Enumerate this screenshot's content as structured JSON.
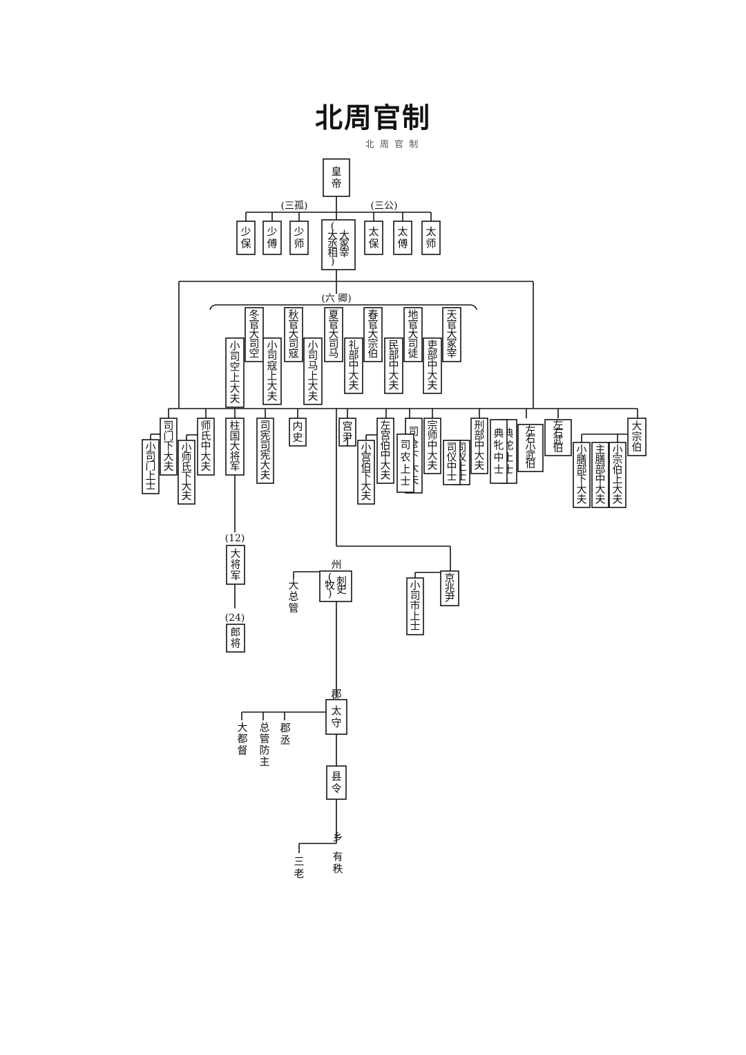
{
  "title": "北周官制",
  "subtitle": "北 周 官 制",
  "groups": {
    "san_gu": "(三孤)",
    "san_gong": "(三公)",
    "liu_qing": "(六 卿)"
  },
  "counts": {
    "general": "(12)",
    "lang": "(24)"
  },
  "nodes": {
    "emperor": [
      "皇帝"
    ],
    "shao_bao": [
      "少保"
    ],
    "shao_fu": [
      "少傅"
    ],
    "shao_shi": [
      "少师"
    ],
    "da_zhong_zai": [
      "大冢宰",
      "(大丞相)"
    ],
    "tai_bao": [
      "太保"
    ],
    "tai_fu": [
      "太傅"
    ],
    "tai_shi": [
      "太师"
    ],
    "dong_guan": [
      "冬官大司空"
    ],
    "qiu_guan": [
      "秋官大司寇"
    ],
    "xia_guan": [
      "夏官大司马"
    ],
    "chun_guan": [
      "春官大宗伯"
    ],
    "di_guan": [
      "地官大司徒"
    ],
    "tian_guan": [
      "天官大冢宰"
    ],
    "xiao_si_kong": [
      "小司空上大夫"
    ],
    "xiao_si_kou": [
      "小司寇上大夫"
    ],
    "xiao_si_ma": [
      "小司马上大夫"
    ],
    "li_bu": [
      "礼部中大夫"
    ],
    "min_bu": [
      "民部中大夫"
    ],
    "li_bu_official": [
      "吏部中大夫"
    ],
    "si_men_xia": [
      "司门下大夫"
    ],
    "xiao_si_men": [
      "小司门上士"
    ],
    "shi_shi_zhong": [
      "师氏中大夫"
    ],
    "xiao_shi_shi": [
      "小师氏下大夫"
    ],
    "zhu_guo": [
      "柱国大将军"
    ],
    "si_xian": [
      "司宪司宪大夫"
    ],
    "nei_shi": [
      "内史"
    ],
    "gong_yin": [
      "宫尹"
    ],
    "xiao_gong_bo": [
      "小宫伯下大夫"
    ],
    "zuo_gong_bo": [
      "左宫伯中大夫"
    ],
    "si_nong": [
      "司农上士"
    ],
    "si_cang": [
      "司仓下大夫"
    ],
    "zong_shi": [
      "宗师中大夫"
    ],
    "si_yi_zhong": [
      "司仪中士"
    ],
    "si_yi_shang": [
      "司仪上士"
    ],
    "xing_bu": [
      "刑部中大夫"
    ],
    "dian_tuo_zhong": [
      "典牝中士"
    ],
    "dian_tuo_shang": [
      "典驼上士"
    ],
    "xiao_wu_bo": [
      "左右小武伯"
    ],
    "wu_bo": [
      "左右武伯"
    ],
    "xiao_shan_bu": [
      "小膳部下大夫"
    ],
    "zhu_shan_bu": [
      "主膳部中大夫"
    ],
    "xiao_zong_bo": [
      "小宗伯上大夫"
    ],
    "da_zong_bo": [
      "大宗伯"
    ],
    "da_jiang_jun": [
      "大将军"
    ],
    "lang_jiang": [
      "郎将"
    ],
    "ci_shi": [
      "刺史",
      "(牧)"
    ],
    "jing_zhao_yin": [
      "京兆尹"
    ],
    "xiao_si_shi": [
      "小司市上士"
    ],
    "tai_shou": [
      "太守"
    ],
    "xian_ling": [
      "县令"
    ]
  },
  "labels": {
    "zhou": "州",
    "jun": "郡",
    "xiang": "乡",
    "da_zong_guan": "大总管",
    "da_du_du": "大都督",
    "zong_guan_fang_zhu": "总管防主",
    "jun_cheng": "郡丞",
    "san_lao": "三老",
    "you_zhi": "有秩"
  }
}
